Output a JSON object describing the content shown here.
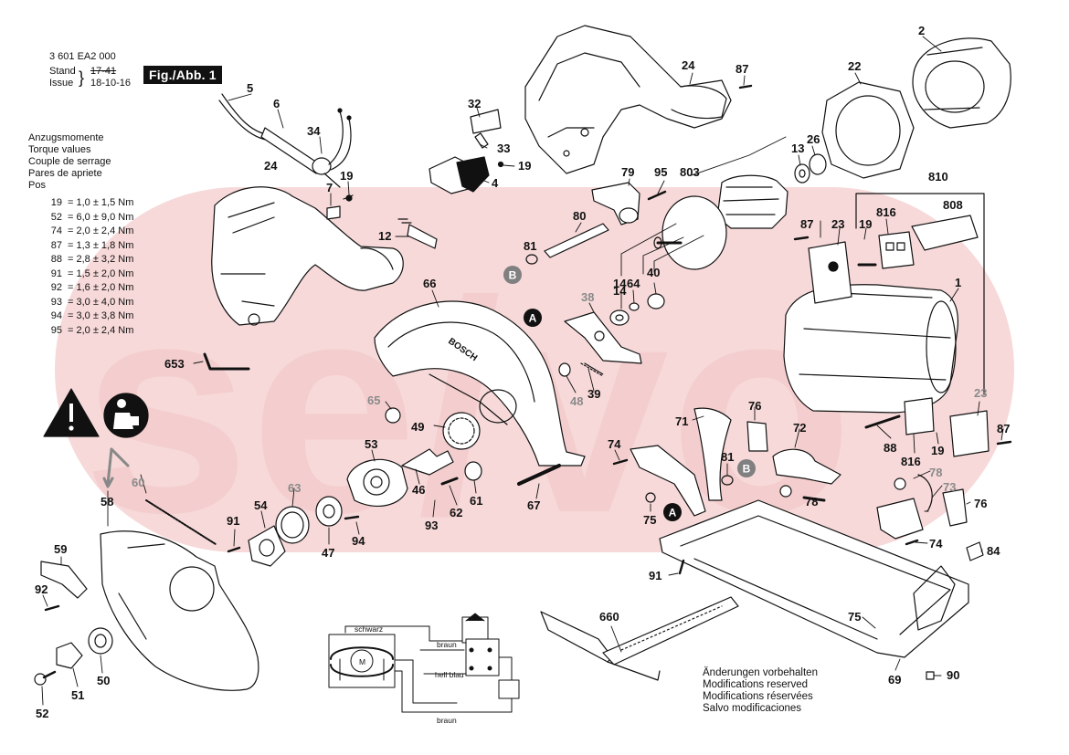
{
  "header": {
    "doc_number": "3 601 EA2 000",
    "stand_label": "Stand",
    "issue_label": "Issue",
    "stand_value": "17-41",
    "issue_value": "18-10-16",
    "figure_badge": "Fig./Abb. 1"
  },
  "torque_legend": [
    "Anzugsmomente",
    "Torque values",
    "Couple de serrage",
    "Pares de apriete",
    "Pos"
  ],
  "torque_values": [
    {
      "pos": "19",
      "value": "1,0 ± 1,5 Nm"
    },
    {
      "pos": "52",
      "value": "6,0 ± 9,0 Nm"
    },
    {
      "pos": "74",
      "value": "2,0 ± 2,4 Nm"
    },
    {
      "pos": "87",
      "value": "1,3 ± 1,8 Nm"
    },
    {
      "pos": "88",
      "value": "2,8 ± 3,2 Nm"
    },
    {
      "pos": "91",
      "value": "1,5 ± 2,0 Nm"
    },
    {
      "pos": "92",
      "value": "1,6 ± 2,0 Nm"
    },
    {
      "pos": "93",
      "value": "3,0 ± 4,0 Nm"
    },
    {
      "pos": "94",
      "value": "3,0 ± 3,8 Nm"
    },
    {
      "pos": "95",
      "value": "2,0 ± 2,4 Nm"
    }
  ],
  "wiring": {
    "black": "schwarz",
    "brown": "braun",
    "light_blue": "hell blau",
    "brown_bottom": "braun",
    "motor": "M"
  },
  "notice": [
    "Änderungen vorbehalten",
    "Modifications reserved",
    "Modifications réservées",
    "Salvo modificaciones"
  ],
  "markers": {
    "a": "A",
    "b": "B"
  },
  "part_labels": [
    {
      "id": "2",
      "text": "2"
    },
    {
      "id": "5",
      "text": "5"
    },
    {
      "id": "6",
      "text": "6"
    },
    {
      "id": "34",
      "text": "34"
    },
    {
      "id": "19a",
      "text": "19"
    },
    {
      "id": "7",
      "text": "7"
    },
    {
      "id": "24a",
      "text": "24"
    },
    {
      "id": "12",
      "text": "12"
    },
    {
      "id": "32",
      "text": "32"
    },
    {
      "id": "33",
      "text": "33"
    },
    {
      "id": "19b",
      "text": "19"
    },
    {
      "id": "4",
      "text": "4"
    },
    {
      "id": "24b",
      "text": "24"
    },
    {
      "id": "87a",
      "text": "87"
    },
    {
      "id": "22",
      "text": "22"
    },
    {
      "id": "13",
      "text": "13"
    },
    {
      "id": "26",
      "text": "26"
    },
    {
      "id": "79",
      "text": "79"
    },
    {
      "id": "95",
      "text": "95"
    },
    {
      "id": "803",
      "text": "803"
    },
    {
      "id": "80",
      "text": "80"
    },
    {
      "id": "81a",
      "text": "81"
    },
    {
      "id": "14a",
      "text": "14"
    },
    {
      "id": "64",
      "text": "64"
    },
    {
      "id": "40",
      "text": "40"
    },
    {
      "id": "14b",
      "text": "14"
    },
    {
      "id": "66",
      "text": "66"
    },
    {
      "id": "38",
      "text": "38"
    },
    {
      "id": "810",
      "text": "810"
    },
    {
      "id": "808",
      "text": "808"
    },
    {
      "id": "87b",
      "text": "87"
    },
    {
      "id": "23a",
      "text": "23"
    },
    {
      "id": "19c",
      "text": "19"
    },
    {
      "id": "816a",
      "text": "816"
    },
    {
      "id": "1",
      "text": "1"
    },
    {
      "id": "653",
      "text": "653"
    },
    {
      "id": "65",
      "text": "65"
    },
    {
      "id": "48",
      "text": "48"
    },
    {
      "id": "39",
      "text": "39"
    },
    {
      "id": "49",
      "text": "49"
    },
    {
      "id": "71",
      "text": "71"
    },
    {
      "id": "76a",
      "text": "76"
    },
    {
      "id": "72",
      "text": "72"
    },
    {
      "id": "23b",
      "text": "23"
    },
    {
      "id": "87c",
      "text": "87"
    },
    {
      "id": "88",
      "text": "88"
    },
    {
      "id": "816b",
      "text": "816"
    },
    {
      "id": "19d",
      "text": "19"
    },
    {
      "id": "53",
      "text": "53"
    },
    {
      "id": "60",
      "text": "60"
    },
    {
      "id": "63",
      "text": "63"
    },
    {
      "id": "46",
      "text": "46"
    },
    {
      "id": "61",
      "text": "61"
    },
    {
      "id": "62",
      "text": "62"
    },
    {
      "id": "93",
      "text": "93"
    },
    {
      "id": "67",
      "text": "67"
    },
    {
      "id": "74a",
      "text": "74"
    },
    {
      "id": "81b",
      "text": "81"
    },
    {
      "id": "78a",
      "text": "78"
    },
    {
      "id": "73",
      "text": "73"
    },
    {
      "id": "78b",
      "text": "78"
    },
    {
      "id": "76b",
      "text": "76"
    },
    {
      "id": "58",
      "text": "58"
    },
    {
      "id": "54",
      "text": "54"
    },
    {
      "id": "91a",
      "text": "91"
    },
    {
      "id": "47",
      "text": "47"
    },
    {
      "id": "94",
      "text": "94"
    },
    {
      "id": "75a",
      "text": "75"
    },
    {
      "id": "74b",
      "text": "74"
    },
    {
      "id": "84",
      "text": "84"
    },
    {
      "id": "59",
      "text": "59"
    },
    {
      "id": "92",
      "text": "92"
    },
    {
      "id": "91b",
      "text": "91"
    },
    {
      "id": "660",
      "text": "660"
    },
    {
      "id": "75b",
      "text": "75"
    },
    {
      "id": "50",
      "text": "50"
    },
    {
      "id": "51",
      "text": "51"
    },
    {
      "id": "52",
      "text": "52"
    },
    {
      "id": "69",
      "text": "69"
    },
    {
      "id": "90",
      "text": "90"
    }
  ],
  "colors": {
    "watermark": "#f7d9d9",
    "ink": "#111111",
    "grey_label": "#8a8a8a",
    "marker_grey": "#808080"
  }
}
